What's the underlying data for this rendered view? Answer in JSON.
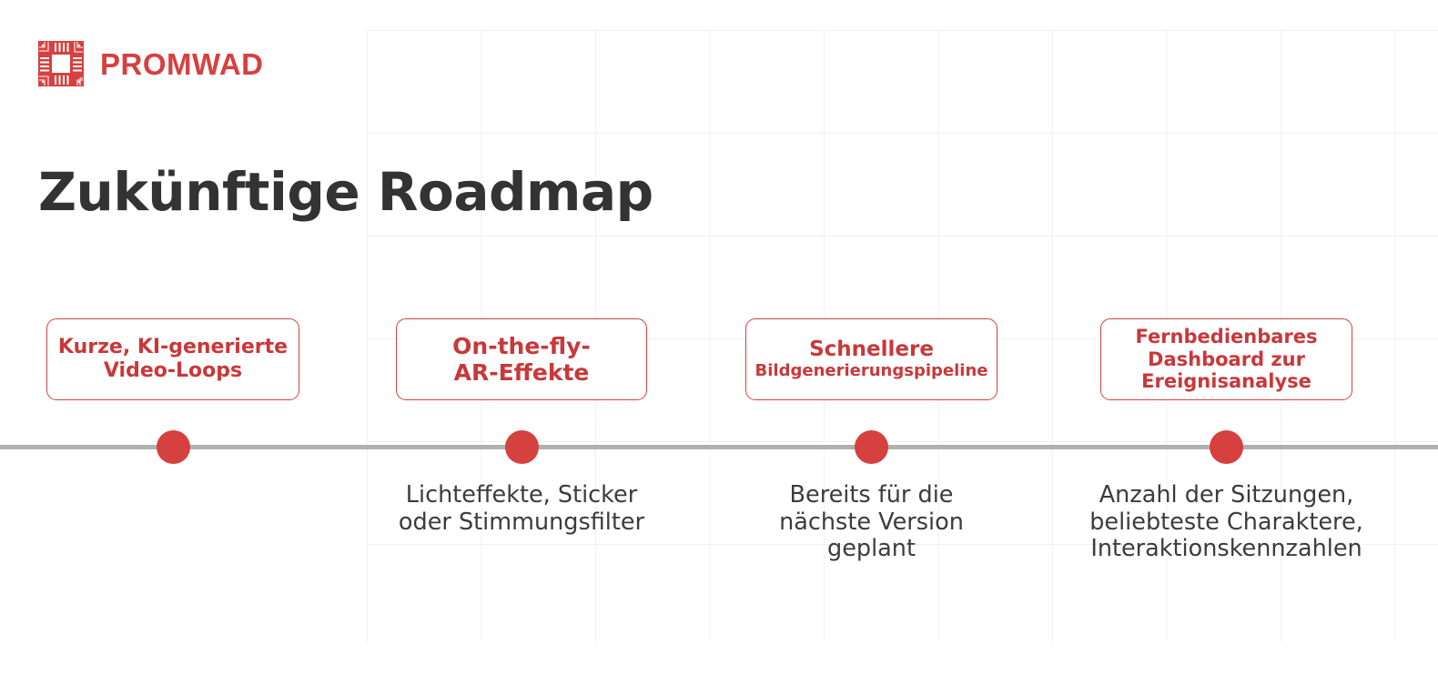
{
  "brand": {
    "name": "PROMWAD",
    "logo_icon": "promwad-chip-logo-icon",
    "color": "#D6403F"
  },
  "title": "Zukünftige Roadmap",
  "theme": {
    "accent_red": "#D6403F",
    "card_text_red": "#C9383A",
    "title_gray": "#333333",
    "body_gray": "#3c3c3c",
    "axis_gray": "#b0b0b0",
    "grid_gray": "#f1f1f1",
    "background": "#ffffff"
  },
  "timeline": {
    "milestones": [
      {
        "card_lines": [
          {
            "text": "Kurze, KI-generierte",
            "size": 22
          },
          {
            "text": "Video-Loops",
            "size": 22
          }
        ],
        "description_lines": []
      },
      {
        "card_lines": [
          {
            "text": "On-the-fly-",
            "size": 25
          },
          {
            "text": "AR-Effekte",
            "size": 25
          }
        ],
        "description_lines": [
          "Lichteffekte, Sticker",
          "oder Stimmungsfilter"
        ]
      },
      {
        "card_lines": [
          {
            "text": "Schnellere",
            "size": 23
          },
          {
            "text": "Bildgenerierungspipeline",
            "size": 18
          }
        ],
        "description_lines": [
          "Bereits für die",
          "nächste Version",
          "geplant"
        ]
      },
      {
        "card_lines": [
          {
            "text": "Fernbedienbares",
            "size": 21
          },
          {
            "text": "Dashboard zur",
            "size": 21
          },
          {
            "text": "Ereignisanalyse",
            "size": 21
          }
        ],
        "description_lines": [
          "Anzahl der Sitzungen,",
          "beliebteste Charaktere,",
          "Interaktionskennzahlen"
        ]
      }
    ]
  }
}
